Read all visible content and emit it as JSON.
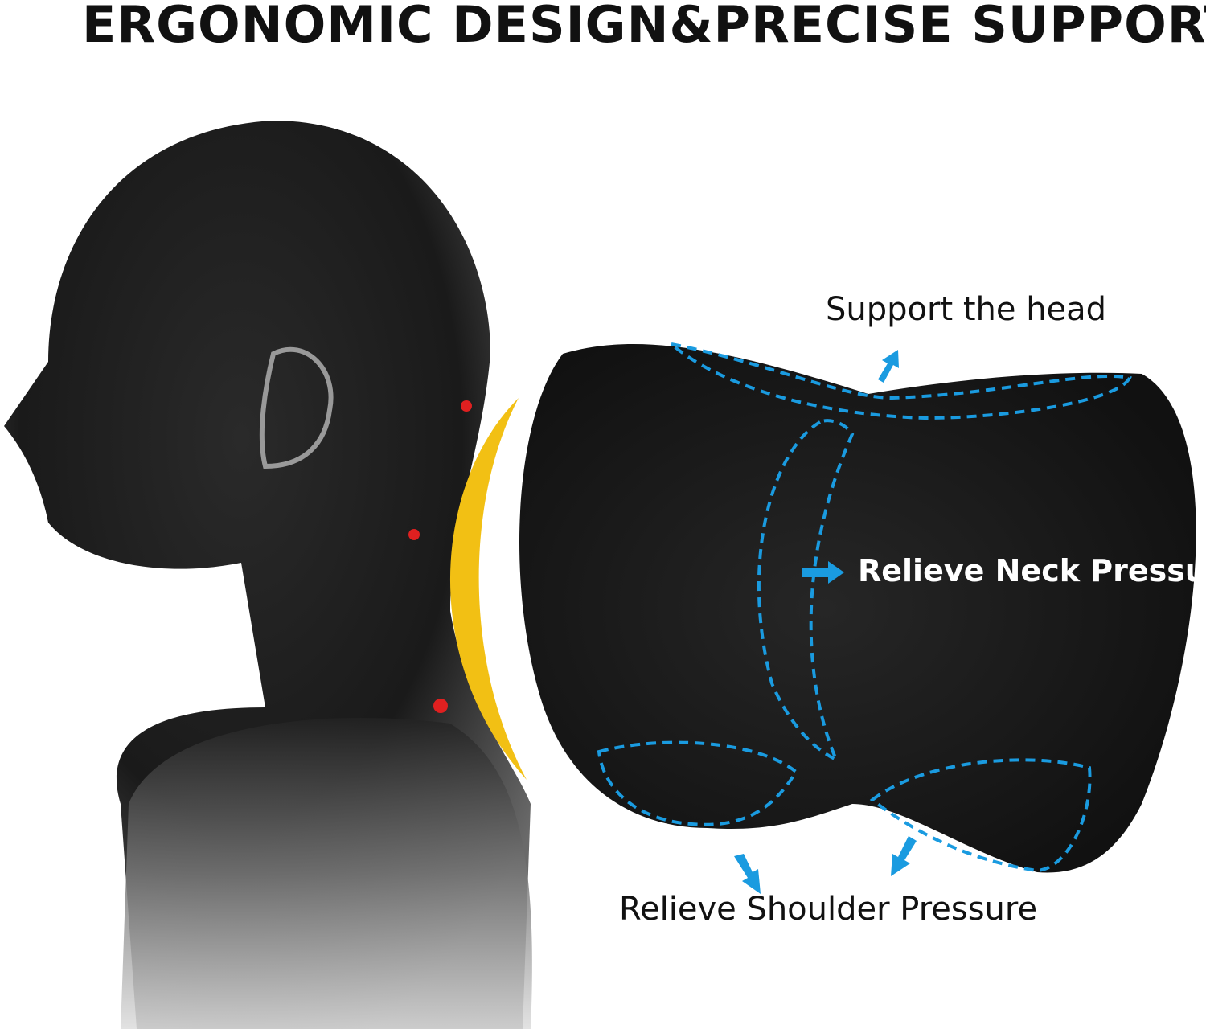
{
  "title": "ERGONOMIC DESIGN&PRECISE SUPPORT",
  "labels": {
    "support_head": "Support the head",
    "relieve_neck": "Relieve Neck Pressure",
    "relieve_shoulder": "Relieve Shoulder Pressure"
  },
  "colors": {
    "accent_blue": "#1a9be0",
    "support_arc": "#f2c014",
    "pressure_points": "#e02020",
    "pillow": "#1c1c1c"
  },
  "icons": [
    "arrow-up-icon",
    "arrow-right-icon",
    "arrow-down-icon"
  ]
}
